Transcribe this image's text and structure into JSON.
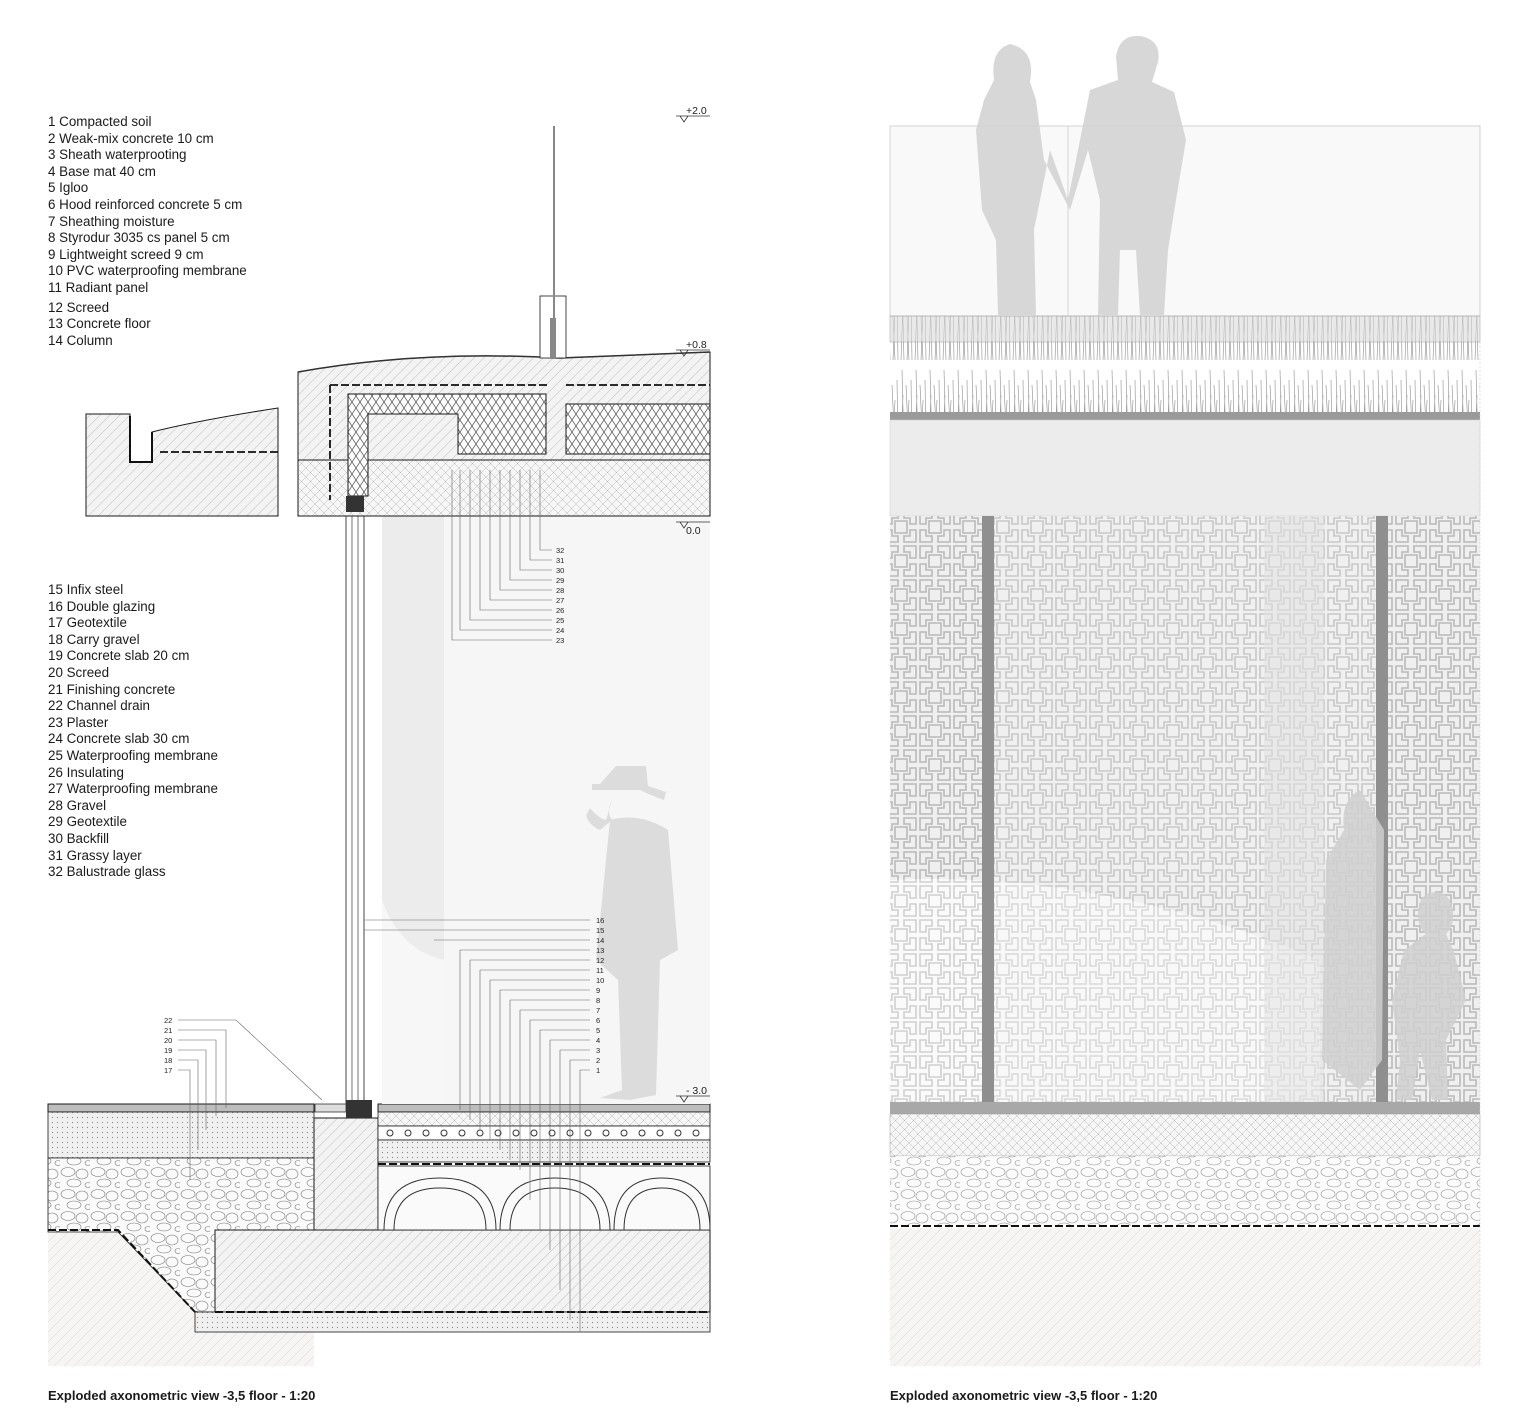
{
  "legend_top": [
    "1 Compacted soil",
    "2 Weak-mix concrete 10 cm",
    "3 Sheath waterprooting",
    "4 Base mat 40 cm",
    "5 Igloo",
    "6 Hood reinforced concrete 5 cm",
    "7 Sheathing moisture",
    "8 Styrodur 3035 cs panel 5 cm",
    "9 Lightweight screed 9 cm",
    "10 PVC waterproofing membrane",
    "11 Radiant panel",
    "12 Screed",
    "13 Concrete floor",
    "14 Column"
  ],
  "legend_bottom": [
    "15 Infix steel",
    "16 Double glazing",
    "17 Geotextile",
    "18 Carry gravel",
    "19 Concrete slab 20 cm",
    "20 Screed",
    "21 Finishing concrete",
    "22 Channel drain",
    "23 Plaster",
    "24 Concrete slab 30 cm",
    "25 Waterproofing membrane",
    "26 Insulating",
    "27 Waterproofing membrane",
    "28 Gravel",
    "29 Geotextile",
    "30 Backfill",
    "31 Grassy layer",
    "32 Balustrade glass"
  ],
  "levels": [
    "+2.0",
    "+0.8",
    "0.0",
    "- 3.0"
  ],
  "tags_upper": [
    "32",
    "31",
    "30",
    "29",
    "28",
    "27",
    "26",
    "25",
    "24",
    "23"
  ],
  "tags_lower_right": [
    "16",
    "15",
    "14",
    "13",
    "12",
    "11",
    "10",
    "9",
    "8",
    "7",
    "6",
    "5",
    "4",
    "3",
    "2",
    "1"
  ],
  "tags_lower_left": [
    "22",
    "21",
    "20",
    "19",
    "18",
    "17"
  ],
  "captions": {
    "left": "Exploded axonometric view -3,5 floor - 1:20",
    "right": "Exploded axonometric view -3,5 floor - 1:20"
  },
  "colors": {
    "line": "#1a1a1a",
    "hatch": "#8a8a8a",
    "silhouette": "#d6d6d6",
    "pattern": "#c4c4c4"
  }
}
